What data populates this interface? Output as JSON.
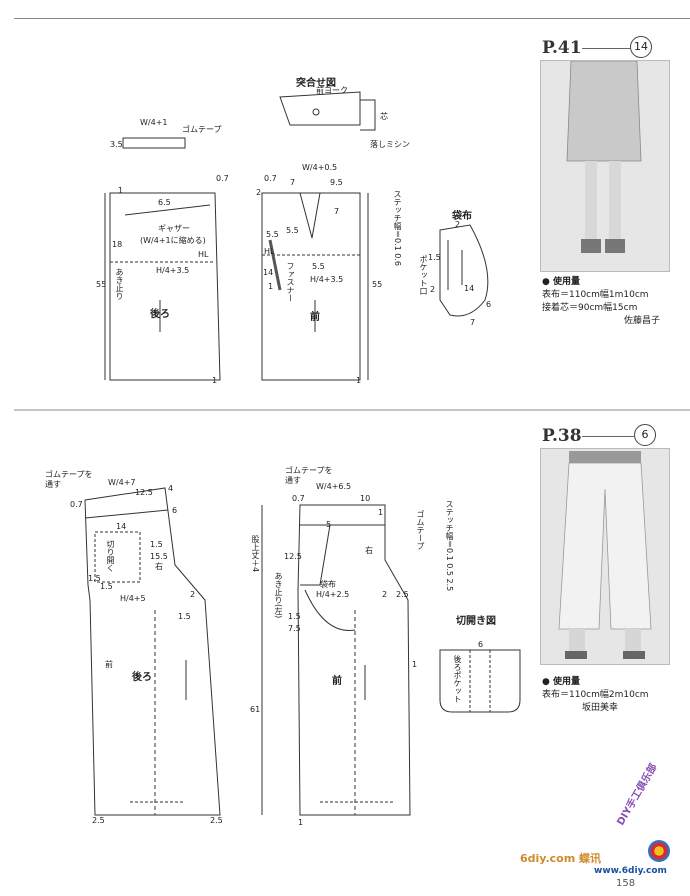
{
  "section1": {
    "pattern_label": "P.41",
    "number": "14",
    "materials_title": "● 使用量",
    "materials": [
      "表布＝110cm幅1m10cm",
      "接着芯＝90cm幅15cm"
    ],
    "designer": "佐藤昌子",
    "labels": {
      "assembly": "突合せ図",
      "front_yoke": "前ヨーク",
      "interfacing": "芯",
      "ditch_stitch": "落しミシン",
      "elastic_tape": "ゴムテープ",
      "elastic_formula": "W/4+1",
      "gather": "ギャザー",
      "gather_formula": "(W/4+1に縮める)",
      "hl": "HL",
      "hip_formula": "H/4+3.5",
      "opening": "あき止り",
      "back": "後ろ",
      "front": "前",
      "fastener": "ファスナー",
      "waist_formula": "W/4+0.5",
      "stitch_width": "ステッチ幅＝0.1 0.6",
      "pocket_bag": "袋布",
      "pocket_mouth": "ポケット口"
    },
    "numbers": [
      "3.5",
      "0.7",
      "1",
      "6.5",
      "18",
      "55",
      "1",
      "7",
      "2",
      "0.7",
      "9.5",
      "7",
      "5.5",
      "5.5",
      "14",
      "1",
      "5.5",
      "55",
      "1",
      "1.5",
      "2",
      "14",
      "6",
      "7",
      "2"
    ]
  },
  "section2": {
    "pattern_label": "P.38",
    "number": "6",
    "materials_title": "● 使用量",
    "materials": [
      "表布＝110cm幅2m10cm"
    ],
    "designer": "坂田美幸",
    "labels": {
      "elastic_through": "ゴムテープを通す",
      "back_waist_formula": "W/4+7",
      "front_waist_formula": "W/4+6.5",
      "cut_open": "切り開く",
      "right": "右",
      "hip_back_formula": "H/4+5",
      "hip_front_formula": "H/4+2.5",
      "back": "後ろ",
      "front": "前",
      "rise": "股上丈＋4",
      "opening_left": "あき止り(左)",
      "pocket_bag": "袋布",
      "elastic_tape": "ゴムテープ",
      "stitch_width": "ステッチ幅＝0.1 0.5 2.5",
      "slash_diagram": "切開き図",
      "back_pocket": "後ろポケット",
      "length": "61"
    },
    "numbers": [
      "0.7",
      "12.5",
      "4",
      "6",
      "14",
      "1.5",
      "1.5",
      "15.5",
      "2",
      "1.5",
      "1.5",
      "2.5",
      "2.5",
      "0.7",
      "10",
      "1",
      "5",
      "12.5",
      "1.5",
      "7.5",
      "2",
      "2.5",
      "1",
      "1",
      "6"
    ]
  },
  "footer": {
    "page_number": "158",
    "site": "www.6diy.com",
    "brand": "DIY手工俱乐部",
    "watermark": "6diy.com 蝶讯"
  }
}
